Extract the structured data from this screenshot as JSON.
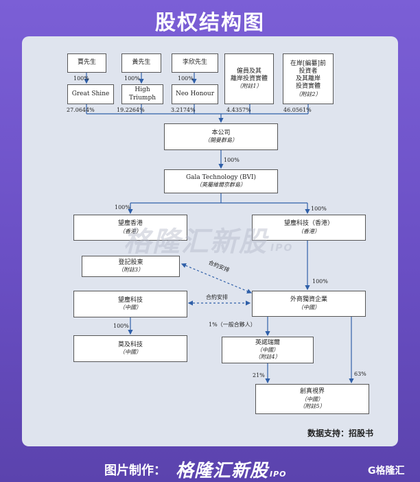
{
  "title": "股权结构图",
  "people": [
    {
      "name": "賈先生"
    },
    {
      "name": "黃先生"
    },
    {
      "name": "李欣先生"
    }
  ],
  "holdcos": [
    {
      "line1": "Great Shine",
      "line2": ""
    },
    {
      "line1": "High",
      "line2": "Triumph"
    },
    {
      "line1": "Neo Honour",
      "line2": ""
    }
  ],
  "holdco_pct": [
    "100%",
    "100%",
    "100%"
  ],
  "other_holders": [
    {
      "l1": "僱員及其",
      "l2": "離岸投資實體",
      "note": "（附註1）"
    },
    {
      "l1": "在岸[編纂]前",
      "l2": "投資者",
      "l3": "及其離岸",
      "l4": "投資實體",
      "note": "（附註2）"
    }
  ],
  "top_pct": [
    "27.0644%",
    "19.2264%",
    "3.2174%",
    "4.4357%",
    "46.0561%"
  ],
  "company": {
    "name": "本公司",
    "place": "（開曼群島）"
  },
  "company_pct": "100%",
  "gala": {
    "name": "Gala Technology (BVI)",
    "place": "（英屬維爾京群島）"
  },
  "gala_pct_left": "100%",
  "gala_pct_right": "100%",
  "hk1": {
    "name": "望塵香港",
    "place": "（香港）"
  },
  "hk2": {
    "name": "望塵科技（香港）",
    "place": "（香港）"
  },
  "registered": {
    "name": "登記股東",
    "note": "（附註3）"
  },
  "contract1": "合約安排",
  "contract2": "合約安排",
  "wfoe_pct": "100%",
  "wangchen": {
    "name": "望塵科技",
    "place": "（中國）"
  },
  "wfoe": {
    "name": "外商獨資企業",
    "place": "（中國）"
  },
  "mo_pct": "100%",
  "mo": {
    "name": "莫及科技",
    "place": "（中國）"
  },
  "gp_label": "1%（一般合夥人）",
  "yingnuo": {
    "name": "英諾瑞爾",
    "place": "（中國）",
    "note": "（附註4）"
  },
  "pct_21": "21%",
  "pct_63": "63%",
  "chuangzhen": {
    "name": "創真視界",
    "place": "（中國）",
    "note": "（附註5）"
  },
  "watermark": "格隆汇新股",
  "watermark_ipo": "IPO",
  "source": "数据支持：招股书",
  "footer_maker": "图片制作：",
  "footer_logo": "格隆汇新股",
  "footer_logo_ipo": "IPO",
  "footer_mark": "G格隆汇"
}
